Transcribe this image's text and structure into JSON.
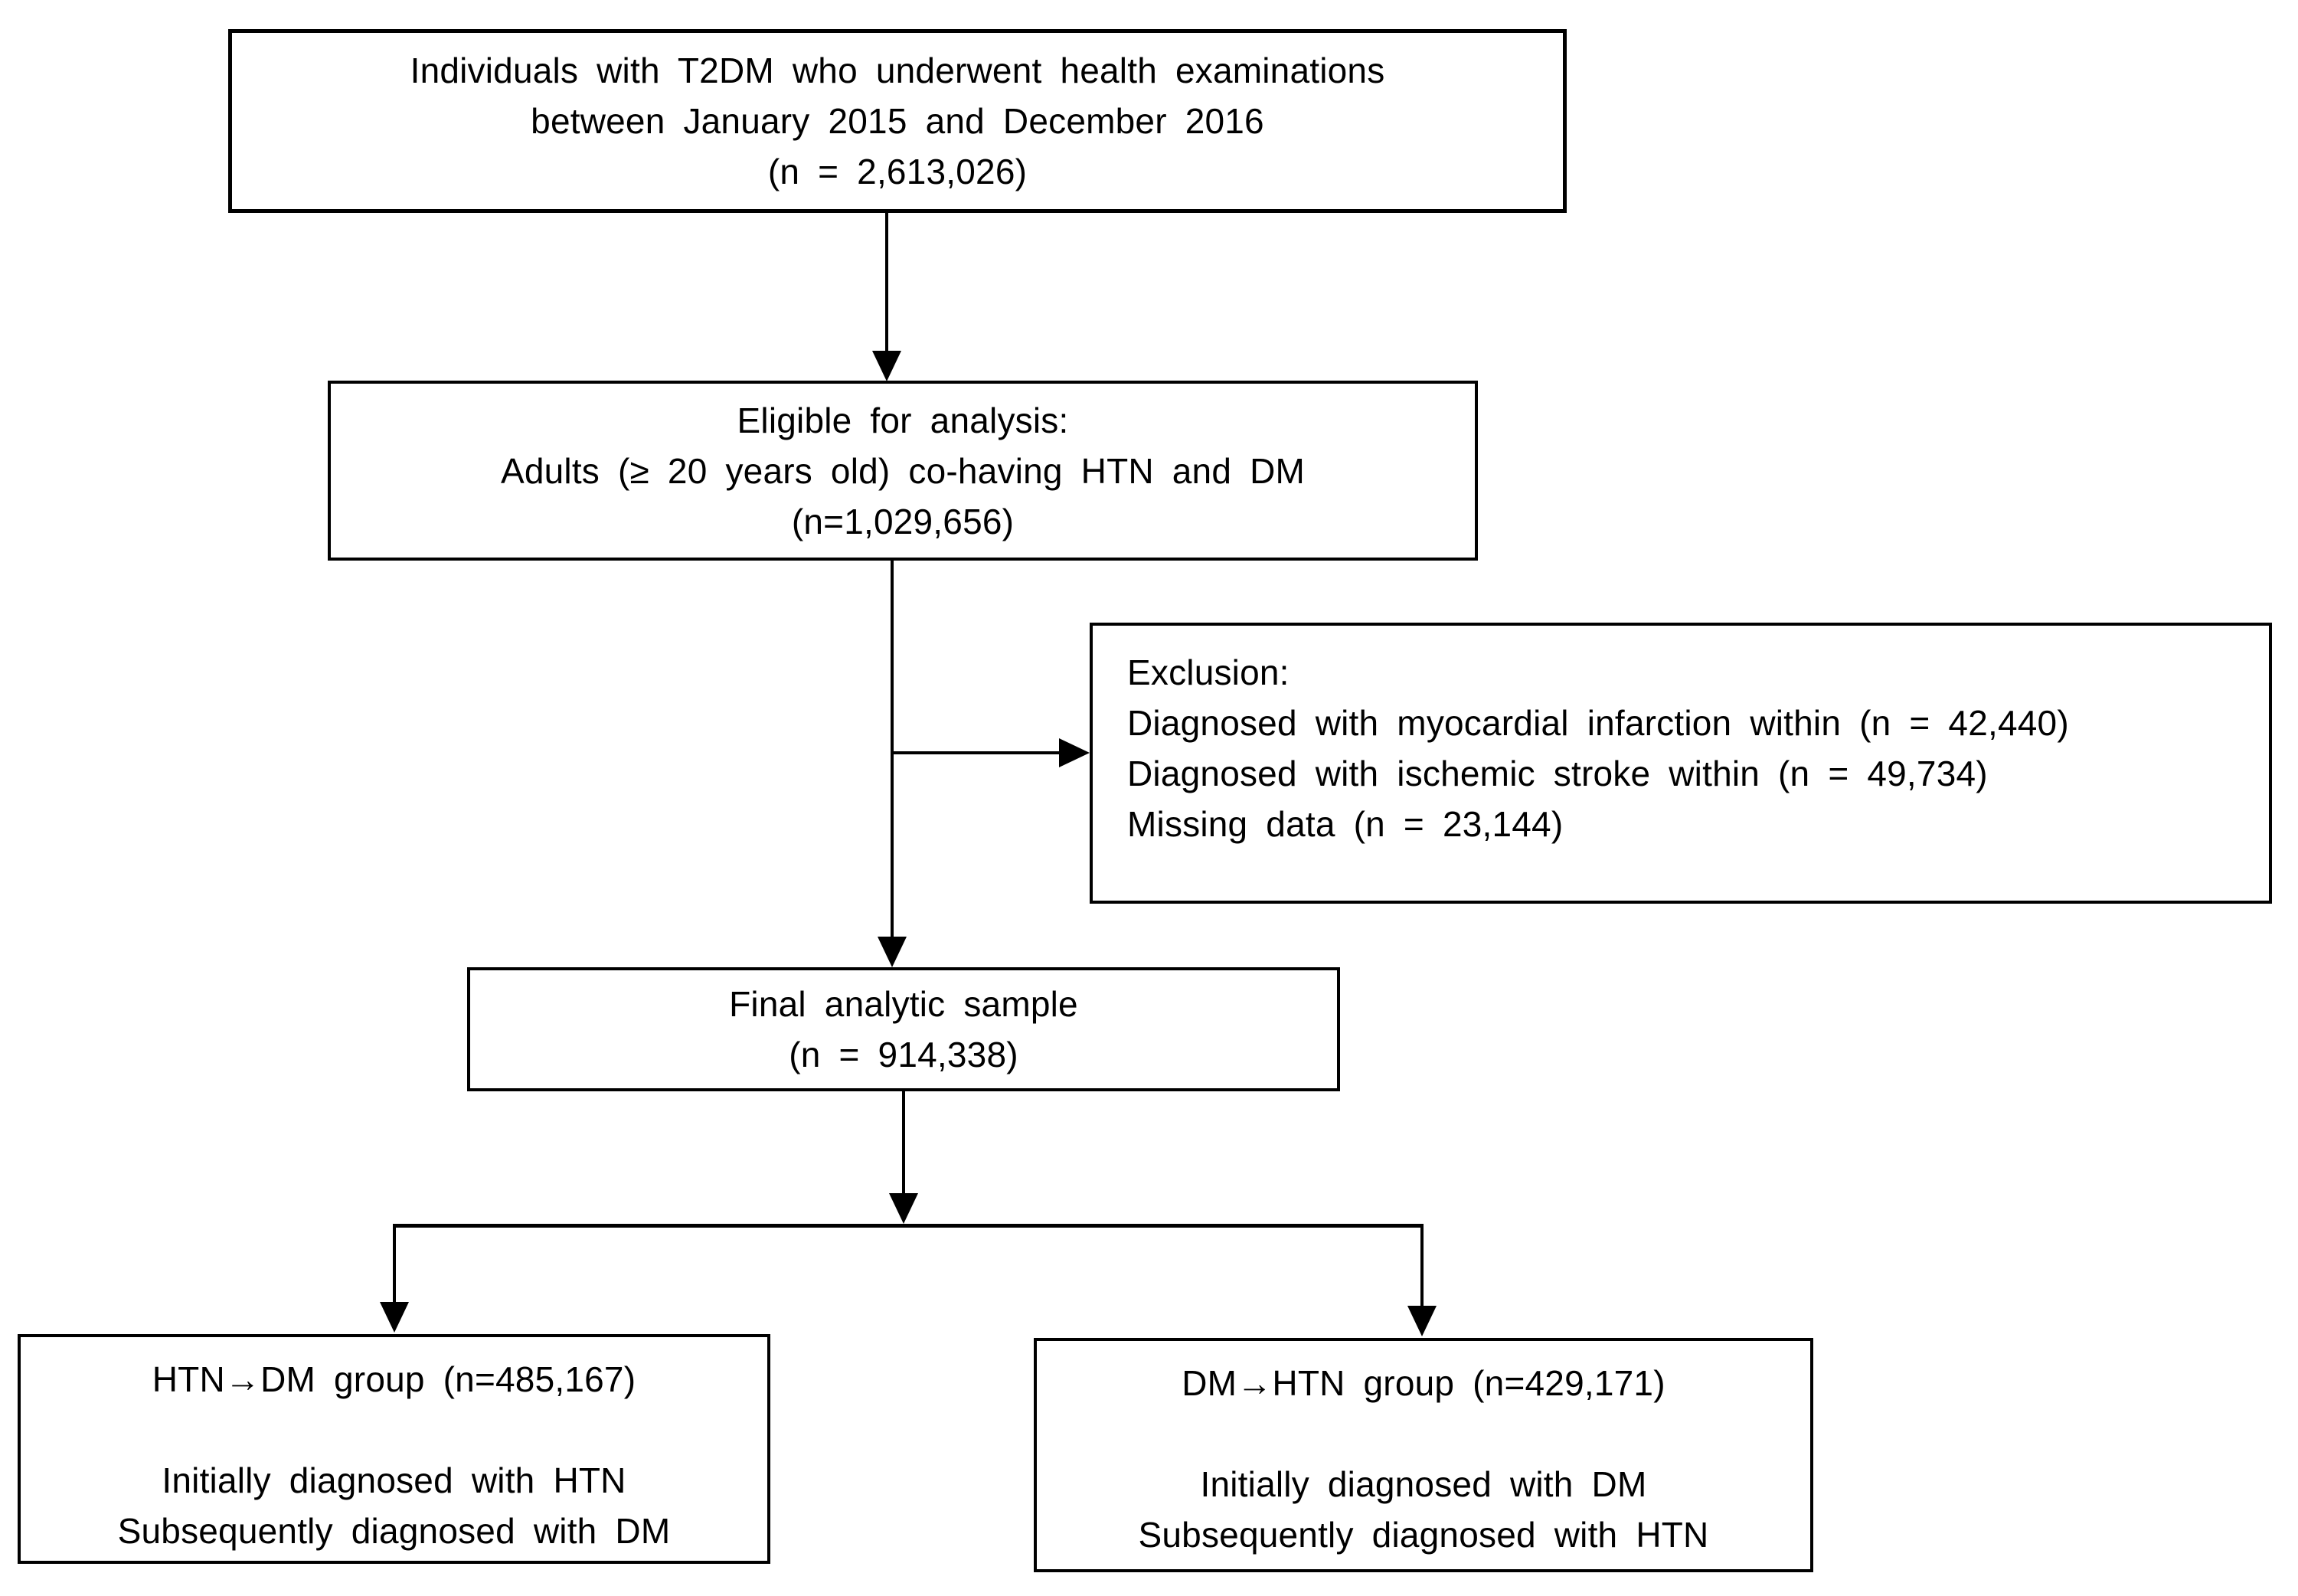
{
  "colors": {
    "line": "#000000",
    "text": "#000000",
    "background": "#ffffff"
  },
  "nodes": {
    "population": {
      "lines": [
        "Individuals with T2DM who underwent health examinations",
        "between January 2015 and December 2016",
        "(n = 2,613,026)"
      ]
    },
    "eligible": {
      "lines": [
        "Eligible for analysis:",
        "Adults (≥ 20 years old) co-having HTN and DM",
        "(n=1,029,656)"
      ]
    },
    "exclusion": {
      "lines": [
        "Exclusion:",
        "Diagnosed with myocardial infarction within (n = 42,440)",
        "Diagnosed with ischemic stroke within (n = 49,734)",
        "Missing data (n = 23,144)"
      ]
    },
    "final_sample": {
      "lines": [
        "Final analytic sample",
        "(n = 914,338)"
      ]
    },
    "htn_dm_group": {
      "title": "HTN→DM group (n=485,167)",
      "lines": [
        "Initially diagnosed with HTN",
        "Subsequently diagnosed with DM"
      ]
    },
    "dm_htn_group": {
      "title": "DM→HTN group (n=429,171)",
      "lines": [
        "Initially diagnosed with DM",
        "Subsequently diagnosed with HTN"
      ]
    }
  }
}
